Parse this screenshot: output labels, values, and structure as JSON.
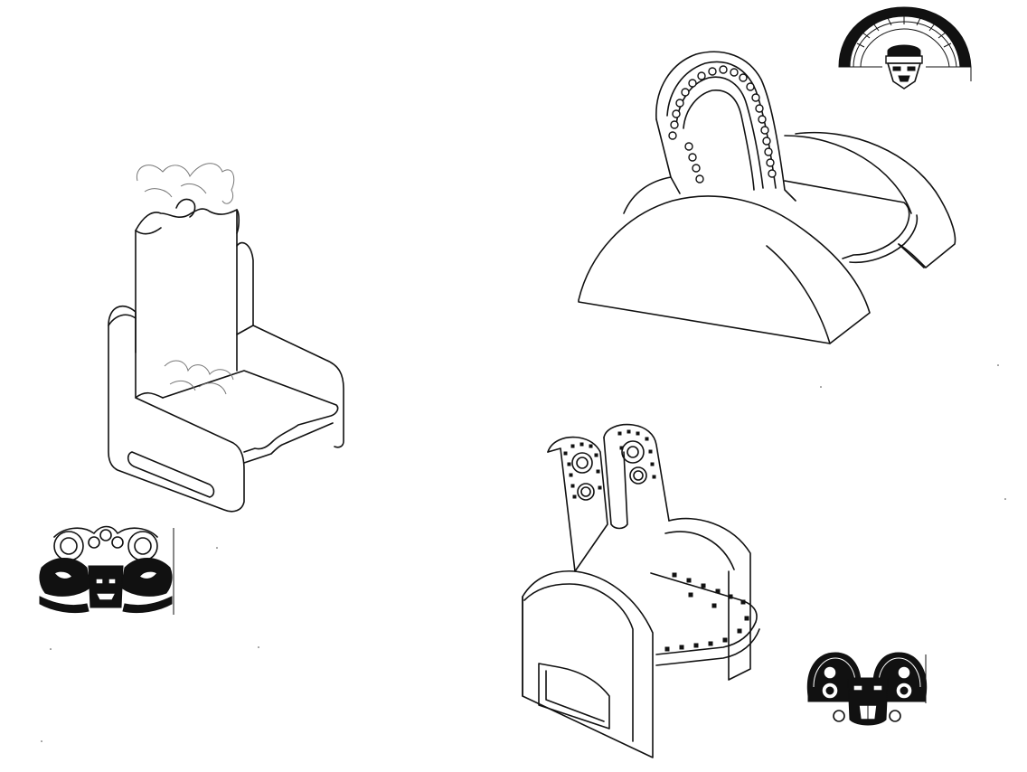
{
  "figures": [
    {
      "icon": "carved-throne-chair"
    },
    {
      "icon": "arched-beaded-throne-seat"
    },
    {
      "icon": "tall-split-back-chair"
    },
    {
      "icon": "half-sun-mask-emblem"
    },
    {
      "icon": "winged-mask-emblem"
    },
    {
      "icon": "round-eared-mask-emblem"
    }
  ],
  "colors": {
    "ink": "#111111",
    "paper": "#ffffff"
  }
}
